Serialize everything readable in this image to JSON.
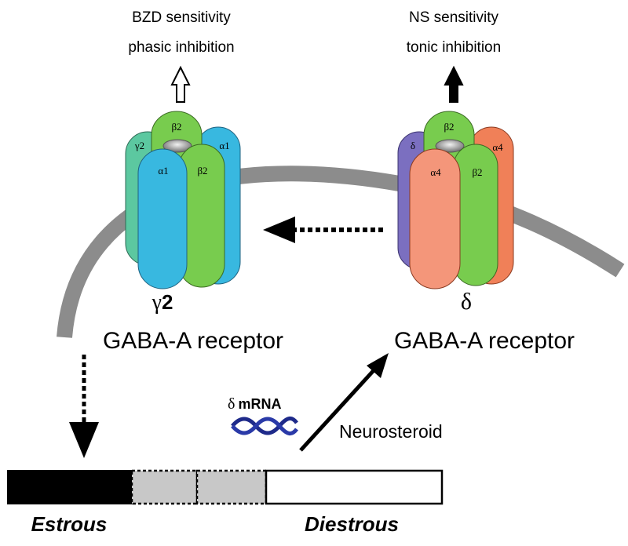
{
  "left_receptor": {
    "top_label_1": "BZD sensitivity",
    "top_label_2": "phasic inhibition",
    "subunit_top": "β2",
    "subunit_left": "γ2",
    "subunit_right": "α1",
    "subunit_front_left": "α1",
    "subunit_front_right": "β2",
    "type_symbol": "γ",
    "type_number": "2",
    "name": "GABA-A receptor",
    "colors": {
      "gamma": "#5cc8a0",
      "alpha": "#38b8e0",
      "beta": "#78cc4e"
    }
  },
  "right_receptor": {
    "top_label_1": "NS sensitivity",
    "top_label_2": "tonic inhibition",
    "subunit_top": "β2",
    "subunit_left": "δ",
    "subunit_right": "α4",
    "subunit_front_left": "α4",
    "subunit_front_right": "β2",
    "type_symbol": "δ",
    "name": "GABA-A receptor",
    "colors": {
      "delta": "#7b6fc0",
      "alpha": "#f08058",
      "beta": "#78cc4e"
    }
  },
  "mrna": {
    "symbol": "δ",
    "label": "mRNA",
    "color": "#1e2a8a"
  },
  "arrows": {
    "neurosteroid_label": "Neurosteroid"
  },
  "cycle": {
    "estrous_label": "Estrous",
    "diestrous_label": "Diestrous"
  },
  "colors": {
    "membrane": "#8c8c8c",
    "ink": "#000000",
    "bar_gray": "#c8c8c8"
  }
}
